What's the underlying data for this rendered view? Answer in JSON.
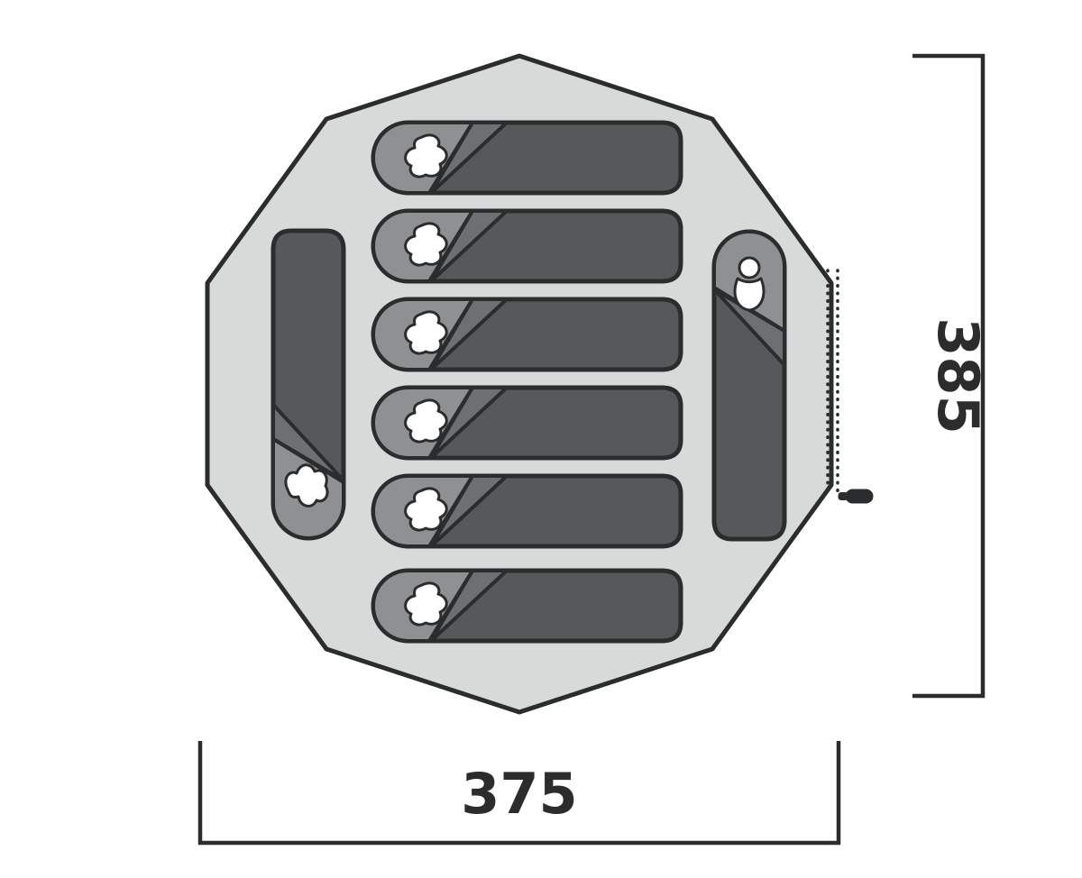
{
  "diagram": {
    "name": "tent-floor-plan",
    "width_label": "375",
    "height_label": "385",
    "sleeping_bags": {
      "horizontal_rows": 6,
      "vertical_left": 1,
      "vertical_right": 1,
      "total": 8
    },
    "door": {
      "type": "zipper",
      "position": "right-edge"
    },
    "colors": {
      "background": "#ffffff",
      "outline": "#2b2c2e",
      "tent_fill": "#d8dada",
      "bag_body": "#56585a",
      "bag_hood": "#8e9092",
      "bag_fold": "#6d6f72",
      "silhouette": "#ffffff"
    }
  }
}
